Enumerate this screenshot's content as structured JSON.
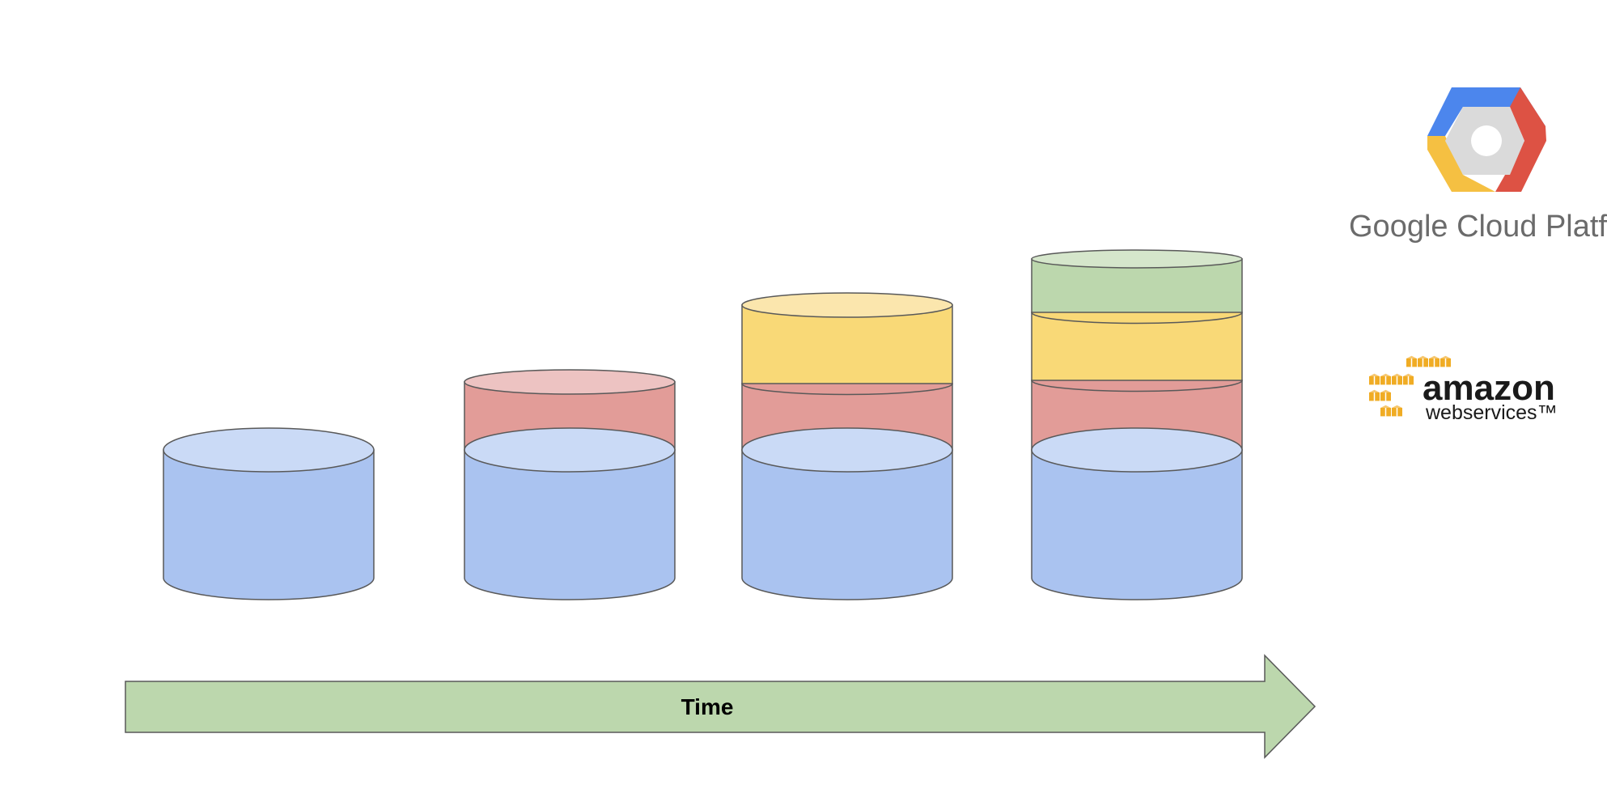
{
  "arrow": {
    "label": "Time",
    "color": "#bcd7ad"
  },
  "colors": {
    "blue_side": "#aac3f0",
    "blue_top": "#cadaf6",
    "red_side": "#e29c98",
    "red_top": "#edc3c2",
    "yellow_side": "#f9d977",
    "yellow_top": "#fbe6ad",
    "green_side": "#bcd7ad",
    "green_top": "#d5e6cb",
    "outline": "#595959"
  },
  "stacks": [
    {
      "layers": [
        "blue"
      ]
    },
    {
      "layers": [
        "blue",
        "red"
      ]
    },
    {
      "layers": [
        "blue",
        "red",
        "yellow"
      ]
    },
    {
      "layers": [
        "blue",
        "red",
        "yellow",
        "green"
      ]
    }
  ],
  "logos": {
    "gcp": {
      "name": "Google Cloud Platform",
      "word_google": "Google",
      "word_rest": " Cloud Platform",
      "colors": {
        "blue": "#4c86ed",
        "red": "#dd5244",
        "yellow": "#f5c042",
        "gray": "#dadada"
      }
    },
    "aws": {
      "name": "amazon web services",
      "word_amazon": "amazon",
      "word_services": "webservices™",
      "color_cubes": "#f0ac24"
    }
  }
}
